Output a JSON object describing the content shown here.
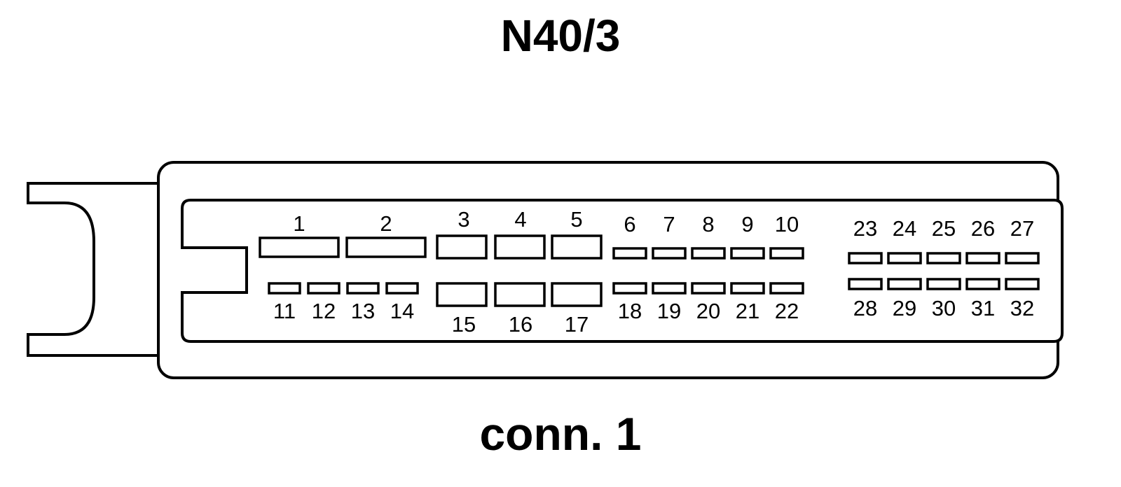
{
  "title": "N40/3",
  "subtitle": "conn. 1",
  "pins": {
    "p1": "1",
    "p2": "2",
    "p3": "3",
    "p4": "4",
    "p5": "5",
    "p6": "6",
    "p7": "7",
    "p8": "8",
    "p9": "9",
    "p10": "10",
    "p11": "11",
    "p12": "12",
    "p13": "13",
    "p14": "14",
    "p15": "15",
    "p16": "16",
    "p17": "17",
    "p18": "18",
    "p19": "19",
    "p20": "20",
    "p21": "21",
    "p22": "22",
    "p23": "23",
    "p24": "24",
    "p25": "25",
    "p26": "26",
    "p27": "27",
    "p28": "28",
    "p29": "29",
    "p30": "30",
    "p31": "31",
    "p32": "32"
  }
}
